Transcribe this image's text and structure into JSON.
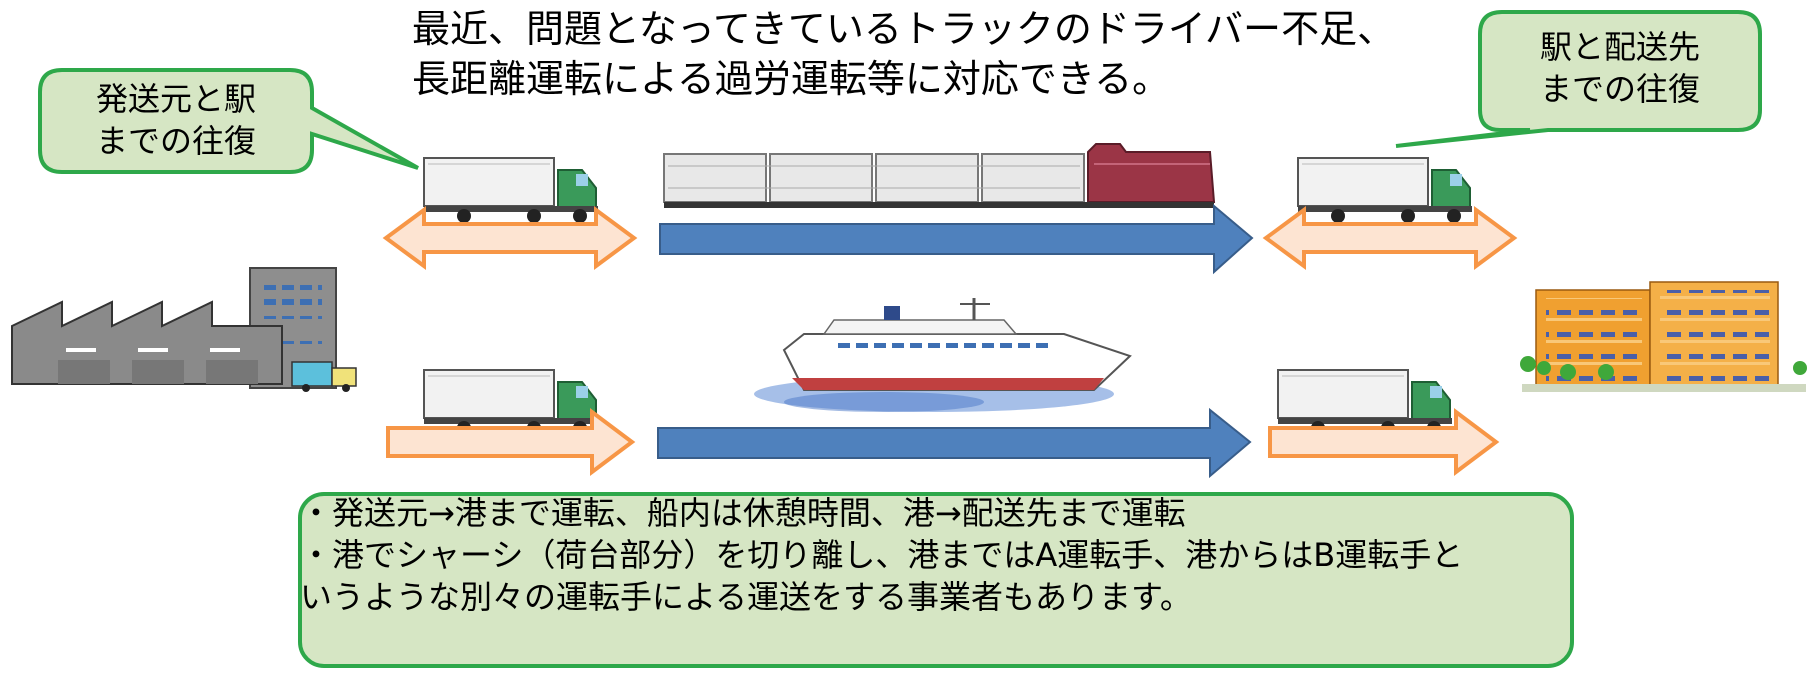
{
  "heading": {
    "line1": "最近、問題となってきているトラックのドライバー不足、",
    "line2": "長距離運転による過労運転等に対応できる。"
  },
  "callout_left": {
    "line1": "発送元と駅",
    "line2": "までの往復"
  },
  "callout_right": {
    "line1": "駅と配送先",
    "line2": "までの往復"
  },
  "note": {
    "line1": "・発送元→港まで運転、船内は休憩時間、港→配送先まで運転",
    "line2": "・港でシャーシ（荷台部分）を切り離し、港まではA運転手、港からはB運転手と",
    "line3": "いうような別々の運転手による運送をする事業者もあります。"
  },
  "colors": {
    "callout_fill": "#d6e6c4",
    "callout_border": "#2ea84a",
    "arrow_orange_border": "#f79646",
    "arrow_orange_fill": "#fde4d2",
    "arrow_blue": "#4f81bd",
    "truck_cab": "#3a9a5a",
    "locomotive": "#9b3546",
    "building_orange": "#f0a030"
  },
  "icons": {
    "factory": "factory-icon",
    "truck": "truck-icon",
    "train": "freight-train-icon",
    "ship": "ferry-ship-icon",
    "apartment": "apartment-building-icon"
  }
}
